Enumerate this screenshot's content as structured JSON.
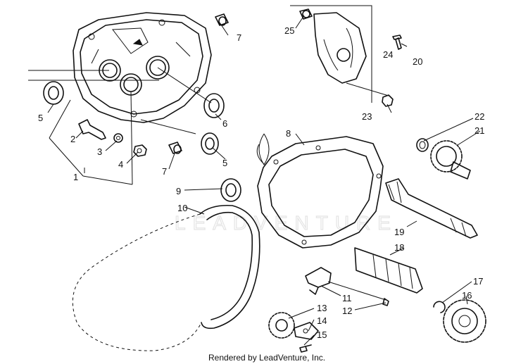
{
  "diagram": {
    "footer": "Rendered by LeadVenture, Inc.",
    "watermark": "LEADVENTURE",
    "callouts": {
      "c1": "1",
      "c2": "2",
      "c3": "3",
      "c4": "4",
      "c5a": "5",
      "c5b": "5",
      "c6": "6",
      "c7a": "7",
      "c7b": "7",
      "c8": "8",
      "c9": "9",
      "c10": "10",
      "c11": "11",
      "c12": "12",
      "c13": "13",
      "c14": "14",
      "c15": "15",
      "c16": "16",
      "c17": "17",
      "c18": "18",
      "c19": "19",
      "c20": "20",
      "c21": "21",
      "c22": "22",
      "c23": "23",
      "c24": "24",
      "c25": "25"
    }
  }
}
